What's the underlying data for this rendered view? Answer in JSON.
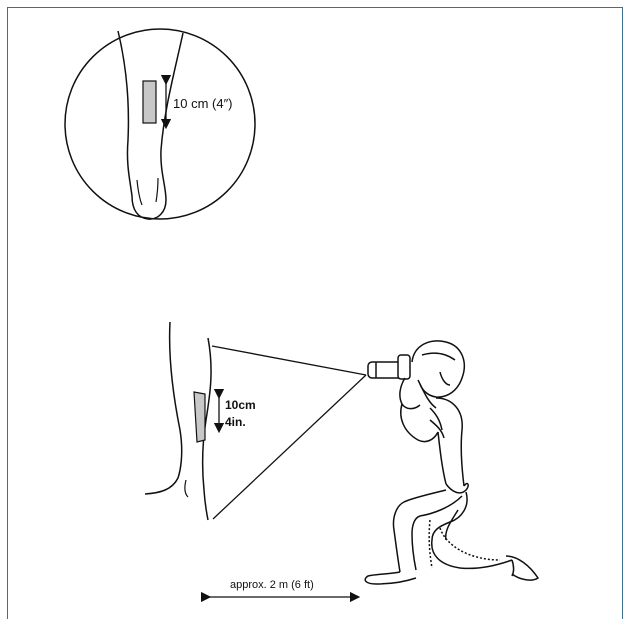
{
  "inset": {
    "measure_label": "10 cm (4″)"
  },
  "scene": {
    "band_label_metric": "10cm",
    "band_label_imperial": "4in.",
    "distance_label": "approx. 2 m (6 ft)"
  },
  "colors": {
    "frame": "#3d6f8f",
    "band_fill": "#c8c8c8",
    "line": "#111111"
  }
}
